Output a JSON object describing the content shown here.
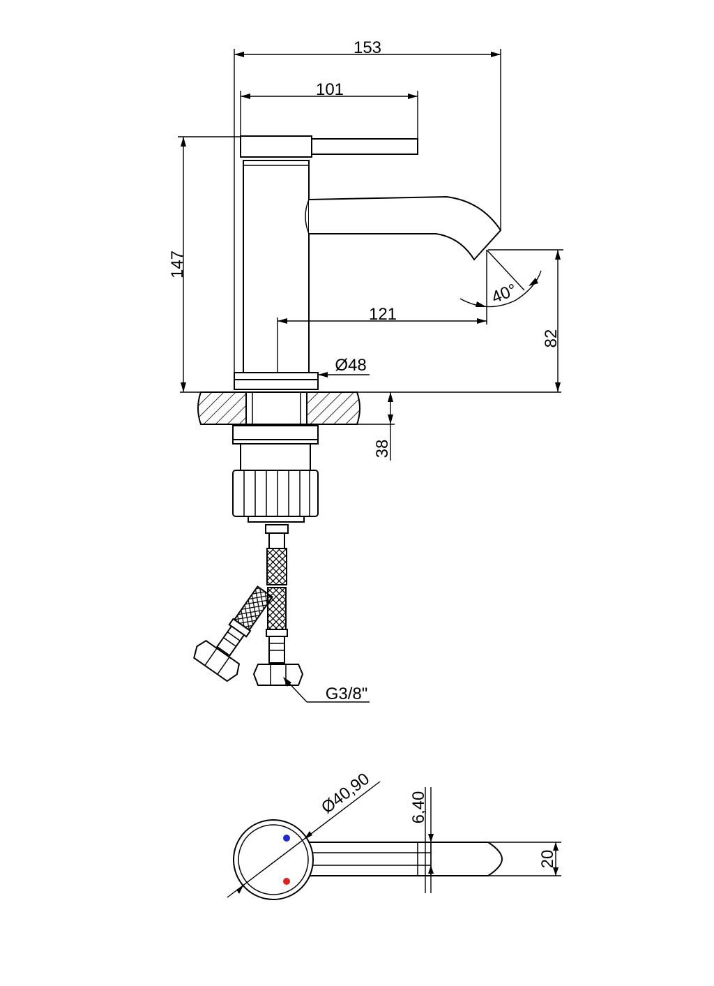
{
  "dimensions": {
    "total_length": "153",
    "lever_length": "101",
    "total_height": "147",
    "spout_reach": "121",
    "spout_angle": "40°",
    "spout_height": "82",
    "base_diameter": "Ø48",
    "max_deck_thickness": "38",
    "connection_thread": "G3/8\"",
    "body_diameter": "Ø40,90",
    "lever_thickness": "6,40",
    "lever_width": "20"
  },
  "colors": {
    "line": "#000000",
    "background": "#ffffff",
    "cold_marker": "#1f2bd6",
    "hot_marker": "#e0201b"
  }
}
